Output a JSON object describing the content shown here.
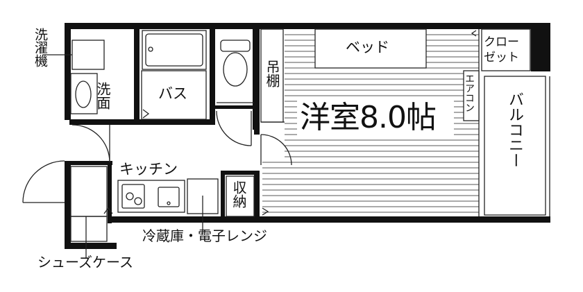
{
  "rooms": {
    "laundry": "洗濯機",
    "washroom": "洗面",
    "bath": "バス",
    "storage_shelf": "吊棚",
    "bed": "ベッド",
    "closet": "クローゼット",
    "aircon": "エアコン",
    "western_room": "洋室8.0帖",
    "balcony": "バルコニー",
    "kitchen": "キッチン",
    "storage": "収納",
    "fridge_microwave": "冷蔵庫・電子レンジ",
    "shoe_case": "シューズケース"
  },
  "colors": {
    "wall": "#111111",
    "line": "#333333",
    "background": "#ffffff"
  }
}
